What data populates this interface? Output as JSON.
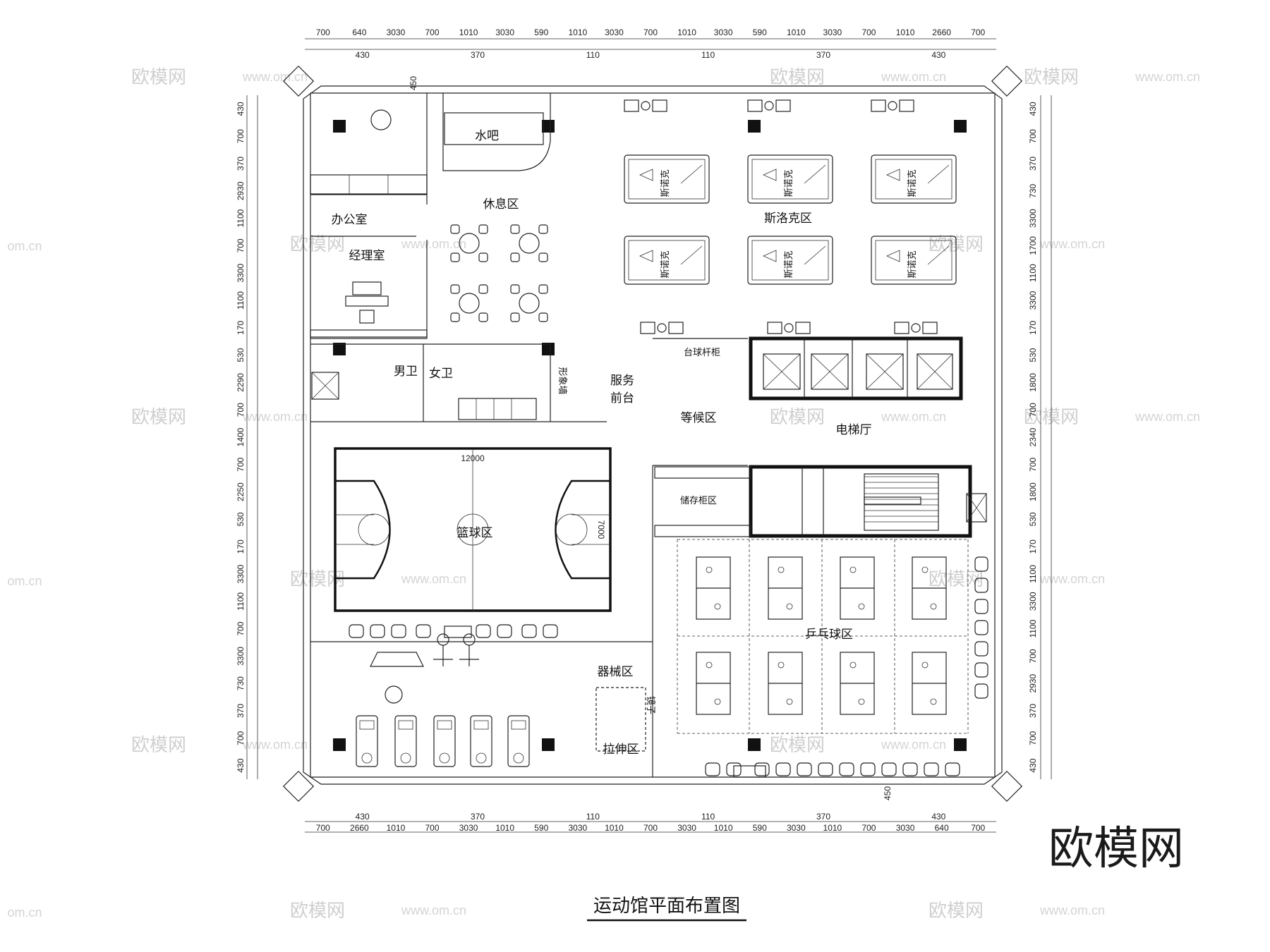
{
  "title": "运动馆平面布置图",
  "brand": "欧模网",
  "watermark": {
    "text": "欧模网",
    "url": "www.om.cn",
    "url_short": "om.cn"
  },
  "dimensions": {
    "top_row1": [
      "700",
      "640",
      "3030",
      "700",
      "1010",
      "3030",
      "590",
      "1010",
      "3030",
      "700",
      "1010",
      "3030",
      "590",
      "1010",
      "3030",
      "700",
      "1010",
      "2660",
      "700"
    ],
    "top_row2": [
      "430",
      "370",
      "110",
      "110",
      "370",
      "430"
    ],
    "bottom_row1": [
      "430",
      "370",
      "110",
      "110",
      "370",
      "430"
    ],
    "bottom_row2": [
      "700",
      "2660",
      "1010",
      "700",
      "3030",
      "1010",
      "590",
      "3030",
      "1010",
      "700",
      "3030",
      "1010",
      "590",
      "3030",
      "1010",
      "700",
      "3030",
      "640",
      "700"
    ],
    "left": [
      "430",
      "700",
      "370",
      "2930",
      "1100",
      "700",
      "3300",
      "1100",
      "170",
      "530",
      "2290",
      "700",
      "1400",
      "700",
      "2250",
      "530",
      "170",
      "3300",
      "1100",
      "700",
      "3300",
      "730",
      "370",
      "700",
      "430"
    ],
    "right": [
      "430",
      "700",
      "370",
      "730",
      "3300",
      "1700",
      "1100",
      "3300",
      "170",
      "530",
      "1800",
      "700",
      "2340",
      "700",
      "1800",
      "530",
      "170",
      "1100",
      "3300",
      "1100",
      "700",
      "2930",
      "370",
      "700",
      "430"
    ],
    "small": [
      "450",
      "450",
      "12000",
      "7000"
    ]
  },
  "rooms": {
    "office": "办公室",
    "manager": "经理室",
    "water_bar": "水吧",
    "lounge": "休息区",
    "snooker": "斯洛克区",
    "men_wc": "男卫",
    "women_wc": "女卫",
    "service_line1": "服务",
    "service_line2": "前台",
    "cue_rack": "台球杆柜",
    "waiting": "等候区",
    "elevator_hall": "电梯厅",
    "image_wall": "形象墙",
    "basketball": "篮球区",
    "locker": "储存柜区",
    "table_tennis": "乒乓球区",
    "equipment": "器械区",
    "stretch": "拉伸区",
    "mirror": "镜子"
  },
  "table_label": "斯诺克"
}
